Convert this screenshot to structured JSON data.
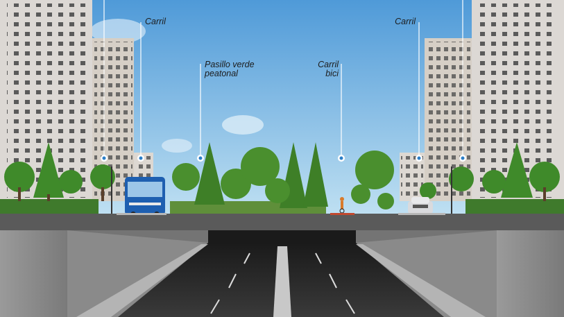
{
  "labels": {
    "lane_left": "Carril",
    "green_corridor_line1": "Pasillo verde",
    "green_corridor_line2": "peatonal",
    "bike_lane_line1": "Carril",
    "bike_lane_line2": "bici",
    "lane_right": "Carril"
  },
  "colors": {
    "sky_top": "#4f9ad8",
    "sky_bottom": "#bfe0f2",
    "building": "#dcd8d4",
    "grass": "#3f7a2c",
    "tree": "#3f8a2a",
    "bus": "#1e5fb0",
    "road_surface": "#555555",
    "tunnel_wall": "#8e8e8e",
    "tunnel_road": "#2b2b2b",
    "callout": "#ffffff"
  },
  "icons": [
    "callout-pin-icon"
  ]
}
